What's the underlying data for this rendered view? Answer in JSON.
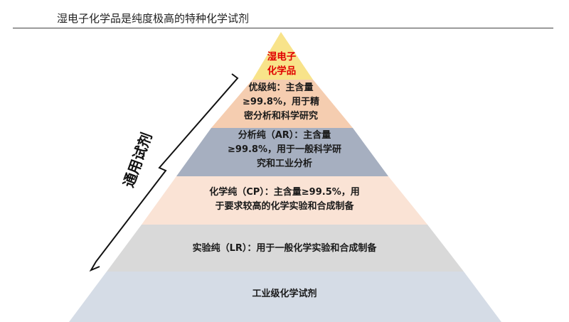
{
  "title": "湿电子化学品是纯度极高的特种化学试剂",
  "bracket_label": "通用试剂",
  "levels": [
    {
      "lines": [
        "湿电子",
        "化学品"
      ],
      "color": "#f8e38a"
    },
    {
      "lines": [
        "优级纯：主含量",
        "≥99.8%，用于精",
        "密分析和科学研究"
      ],
      "color": "#f5cdb0"
    },
    {
      "lines": [
        "分析纯（AR）：主含量",
        "≥99.8%，用于一般科学研",
        "究和工业分析"
      ],
      "color": "#a6afc0"
    },
    {
      "lines": [
        "化学纯（CP）：主含量≥99.5%，用",
        "于要求较高的化学实验和合成制备"
      ],
      "color": "#fae3d5"
    },
    {
      "lines": [
        "实验纯（LR）：用于一般化学实验和合成制备"
      ],
      "color": "#d9d9d9"
    },
    {
      "lines": [
        "工业级化学试剂"
      ],
      "color": "#d5dce6"
    }
  ]
}
